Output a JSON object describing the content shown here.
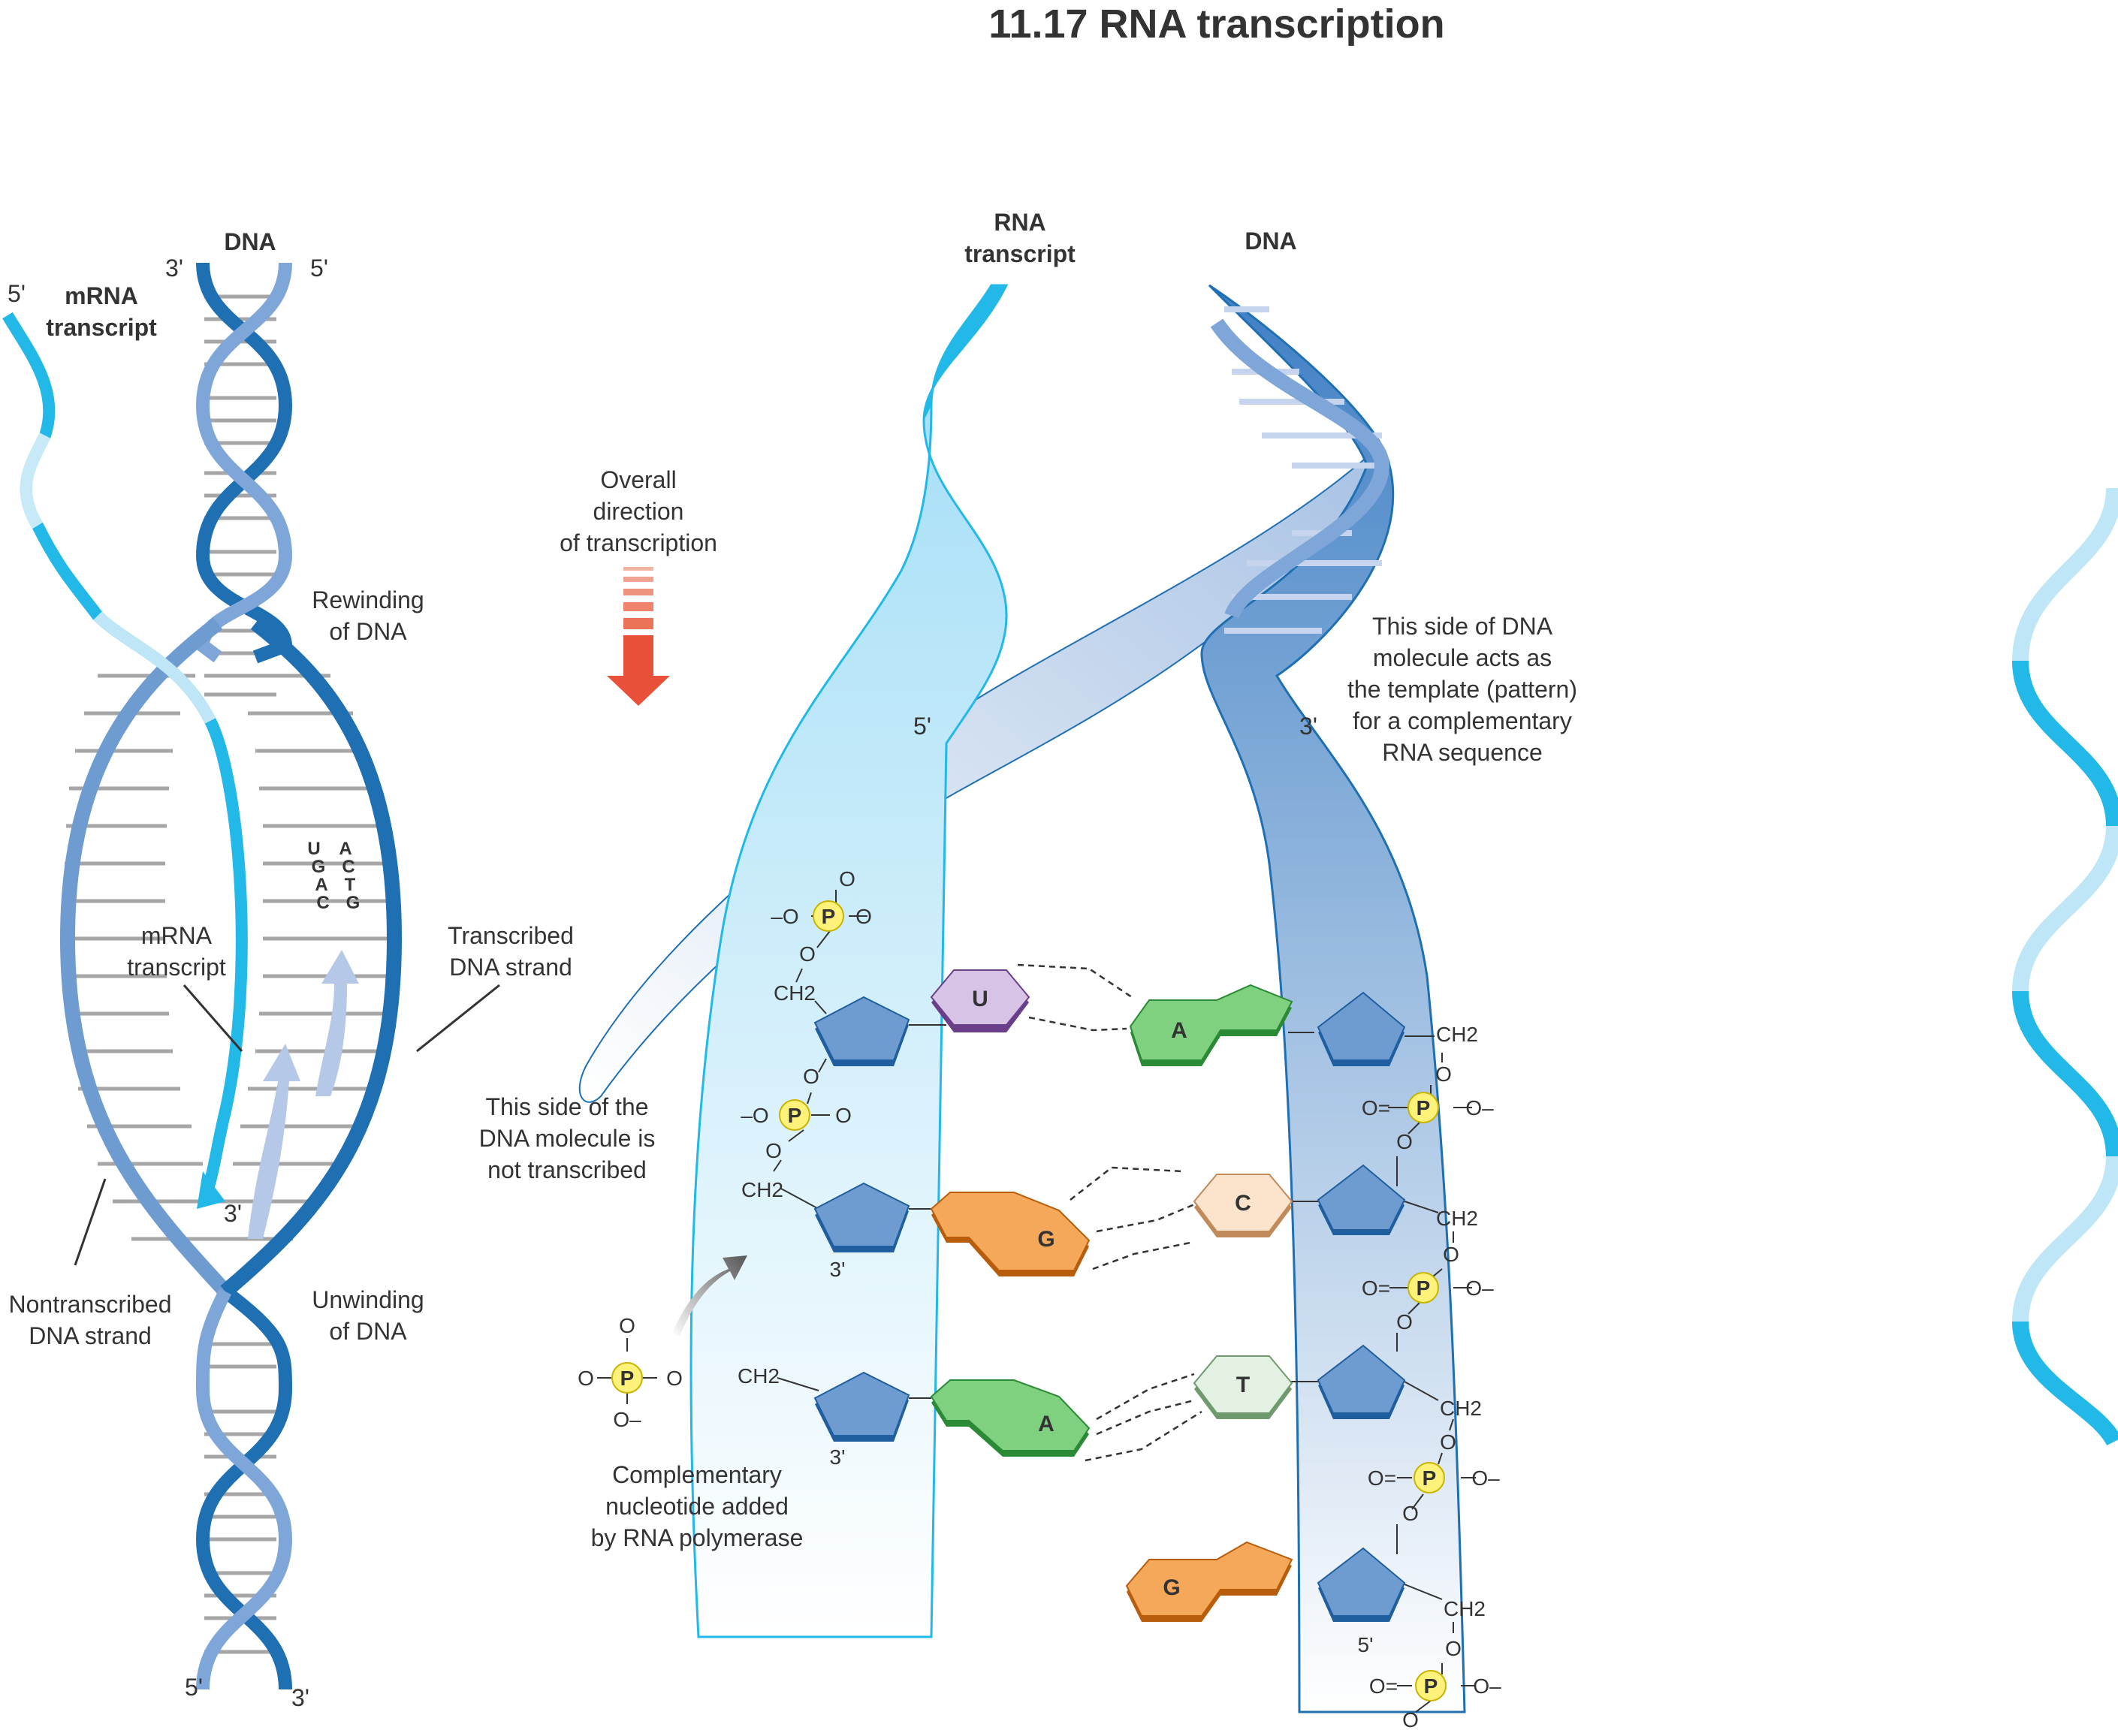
{
  "figure": {
    "title": "11.17  RNA transcription"
  },
  "left_panel": {
    "dna_label": "DNA",
    "top_left_end": "3'",
    "top_right_end": "5'",
    "mrna_5_end": "5'",
    "mrna_label_line1": "mRNA",
    "mrna_label_line2": "transcript",
    "rewinding_line1": "Rewinding",
    "rewinding_line2": "of DNA",
    "mrna_inner_line1": "mRNA",
    "mrna_inner_line2": "transcript",
    "transcribed_line1": "Transcribed",
    "transcribed_line2": "DNA strand",
    "nontranscribed_line1": "Nontranscribed",
    "nontranscribed_line2": "DNA strand",
    "unwinding_line1": "Unwinding",
    "unwinding_line2": "of DNA",
    "mrna_3_end": "3'",
    "bottom_left_end": "5'",
    "bottom_right_end": "3'",
    "rna_bases": [
      "U",
      "G",
      "A",
      "C"
    ],
    "dna_bases": [
      "A",
      "C",
      "T",
      "G"
    ]
  },
  "middle": {
    "direction_line1": "Overall",
    "direction_line2": "direction",
    "direction_line3": "of transcription",
    "not_transcribed_line1": "This side of the",
    "not_transcribed_line2": "DNA molecule is",
    "not_transcribed_line3": "not transcribed",
    "added_line1": "Complementary",
    "added_line2": "nucleotide added",
    "added_line3": "by RNA polymerase"
  },
  "right_panel": {
    "rna_label_line1": "RNA",
    "rna_label_line2": "transcript",
    "dna_label": "DNA",
    "rna_5_end": "5'",
    "dna_3_end": "3'",
    "template_line1": "This side of DNA",
    "template_line2": "molecule acts as",
    "template_line3": "the template (pattern)",
    "template_line4": "for a complementary",
    "template_line5": "RNA sequence",
    "rna_3_end_a": "3'",
    "rna_3_end_b": "3'",
    "dna_5_end": "5'",
    "rna_bases": [
      "U",
      "G",
      "A"
    ],
    "dna_bases": [
      "A",
      "C",
      "T",
      "G"
    ],
    "phosphate": "P",
    "oxygen": "O",
    "oxygen_neg": "–O",
    "oxygen_neg_right": "O–",
    "ch2": "CH2",
    "double_o": "O="
  },
  "colors": {
    "dna_dark": "#1f6fb3",
    "dna_mid": "#6e9bd0",
    "rna_cyan": "#22b8e8",
    "rna_light": "#bfe6f7",
    "rung": "#a0a0a0",
    "uracil": "#9b6fb5",
    "adenine": "#3fb04a",
    "guanine": "#f08a24",
    "cytosine": "#f5d2b0",
    "thymine": "#cfe6cf",
    "sugar": "#6e9bd0",
    "phosphate_fill": "#fff27a",
    "arrow_red": "#e8503a"
  }
}
